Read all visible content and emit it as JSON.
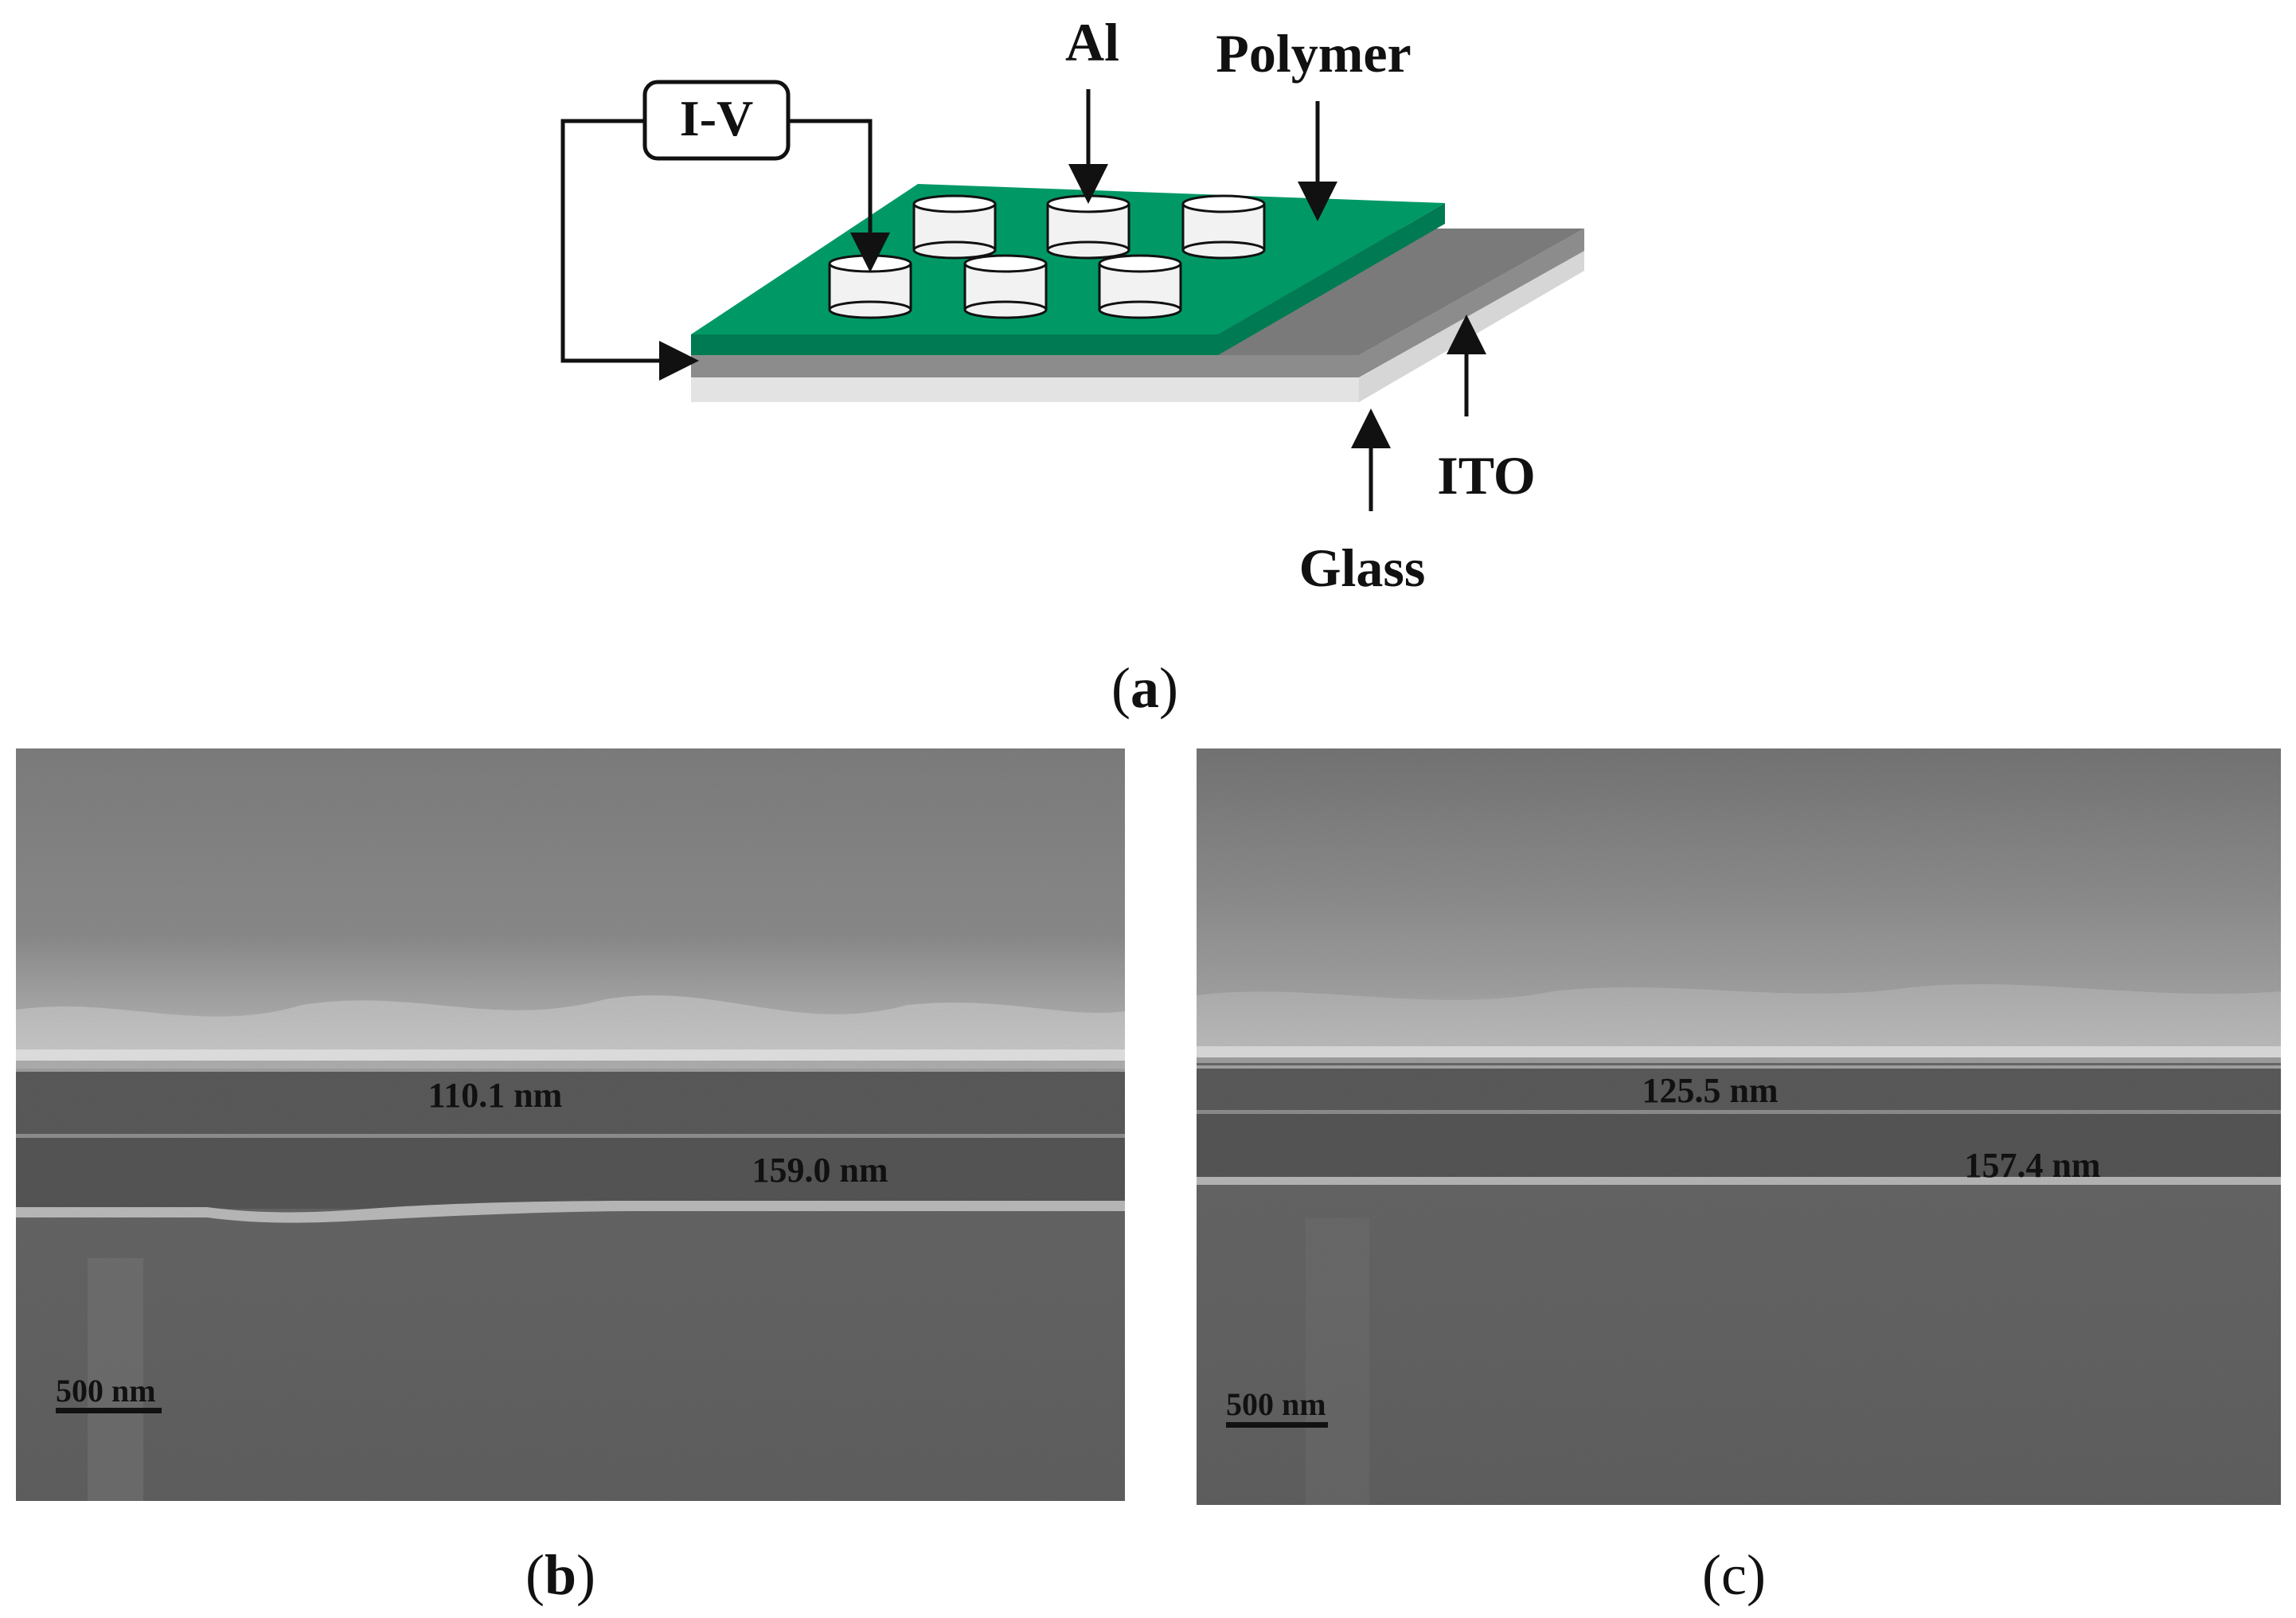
{
  "panel_a": {
    "caption_letter": "a",
    "labels": {
      "iv": "I-V",
      "al": "Al",
      "polymer": "Polymer",
      "ito": "ITO",
      "glass": "Glass"
    },
    "colors": {
      "polymer": "#009966",
      "polymer_edge": "#007a52",
      "ito": "#7a7a7a",
      "ito_side": "#8c8c8c",
      "glass": "#e3e3e3",
      "electrode": "#f2f2f2"
    }
  },
  "panel_b": {
    "caption_letter": "b",
    "measurements": [
      "110.1 nm",
      "159.0 nm"
    ],
    "scale_bar": "500 nm"
  },
  "panel_c": {
    "caption_letter": "c",
    "measurements": [
      "125.5 nm",
      "157.4 nm"
    ],
    "scale_bar": "500 nm"
  }
}
